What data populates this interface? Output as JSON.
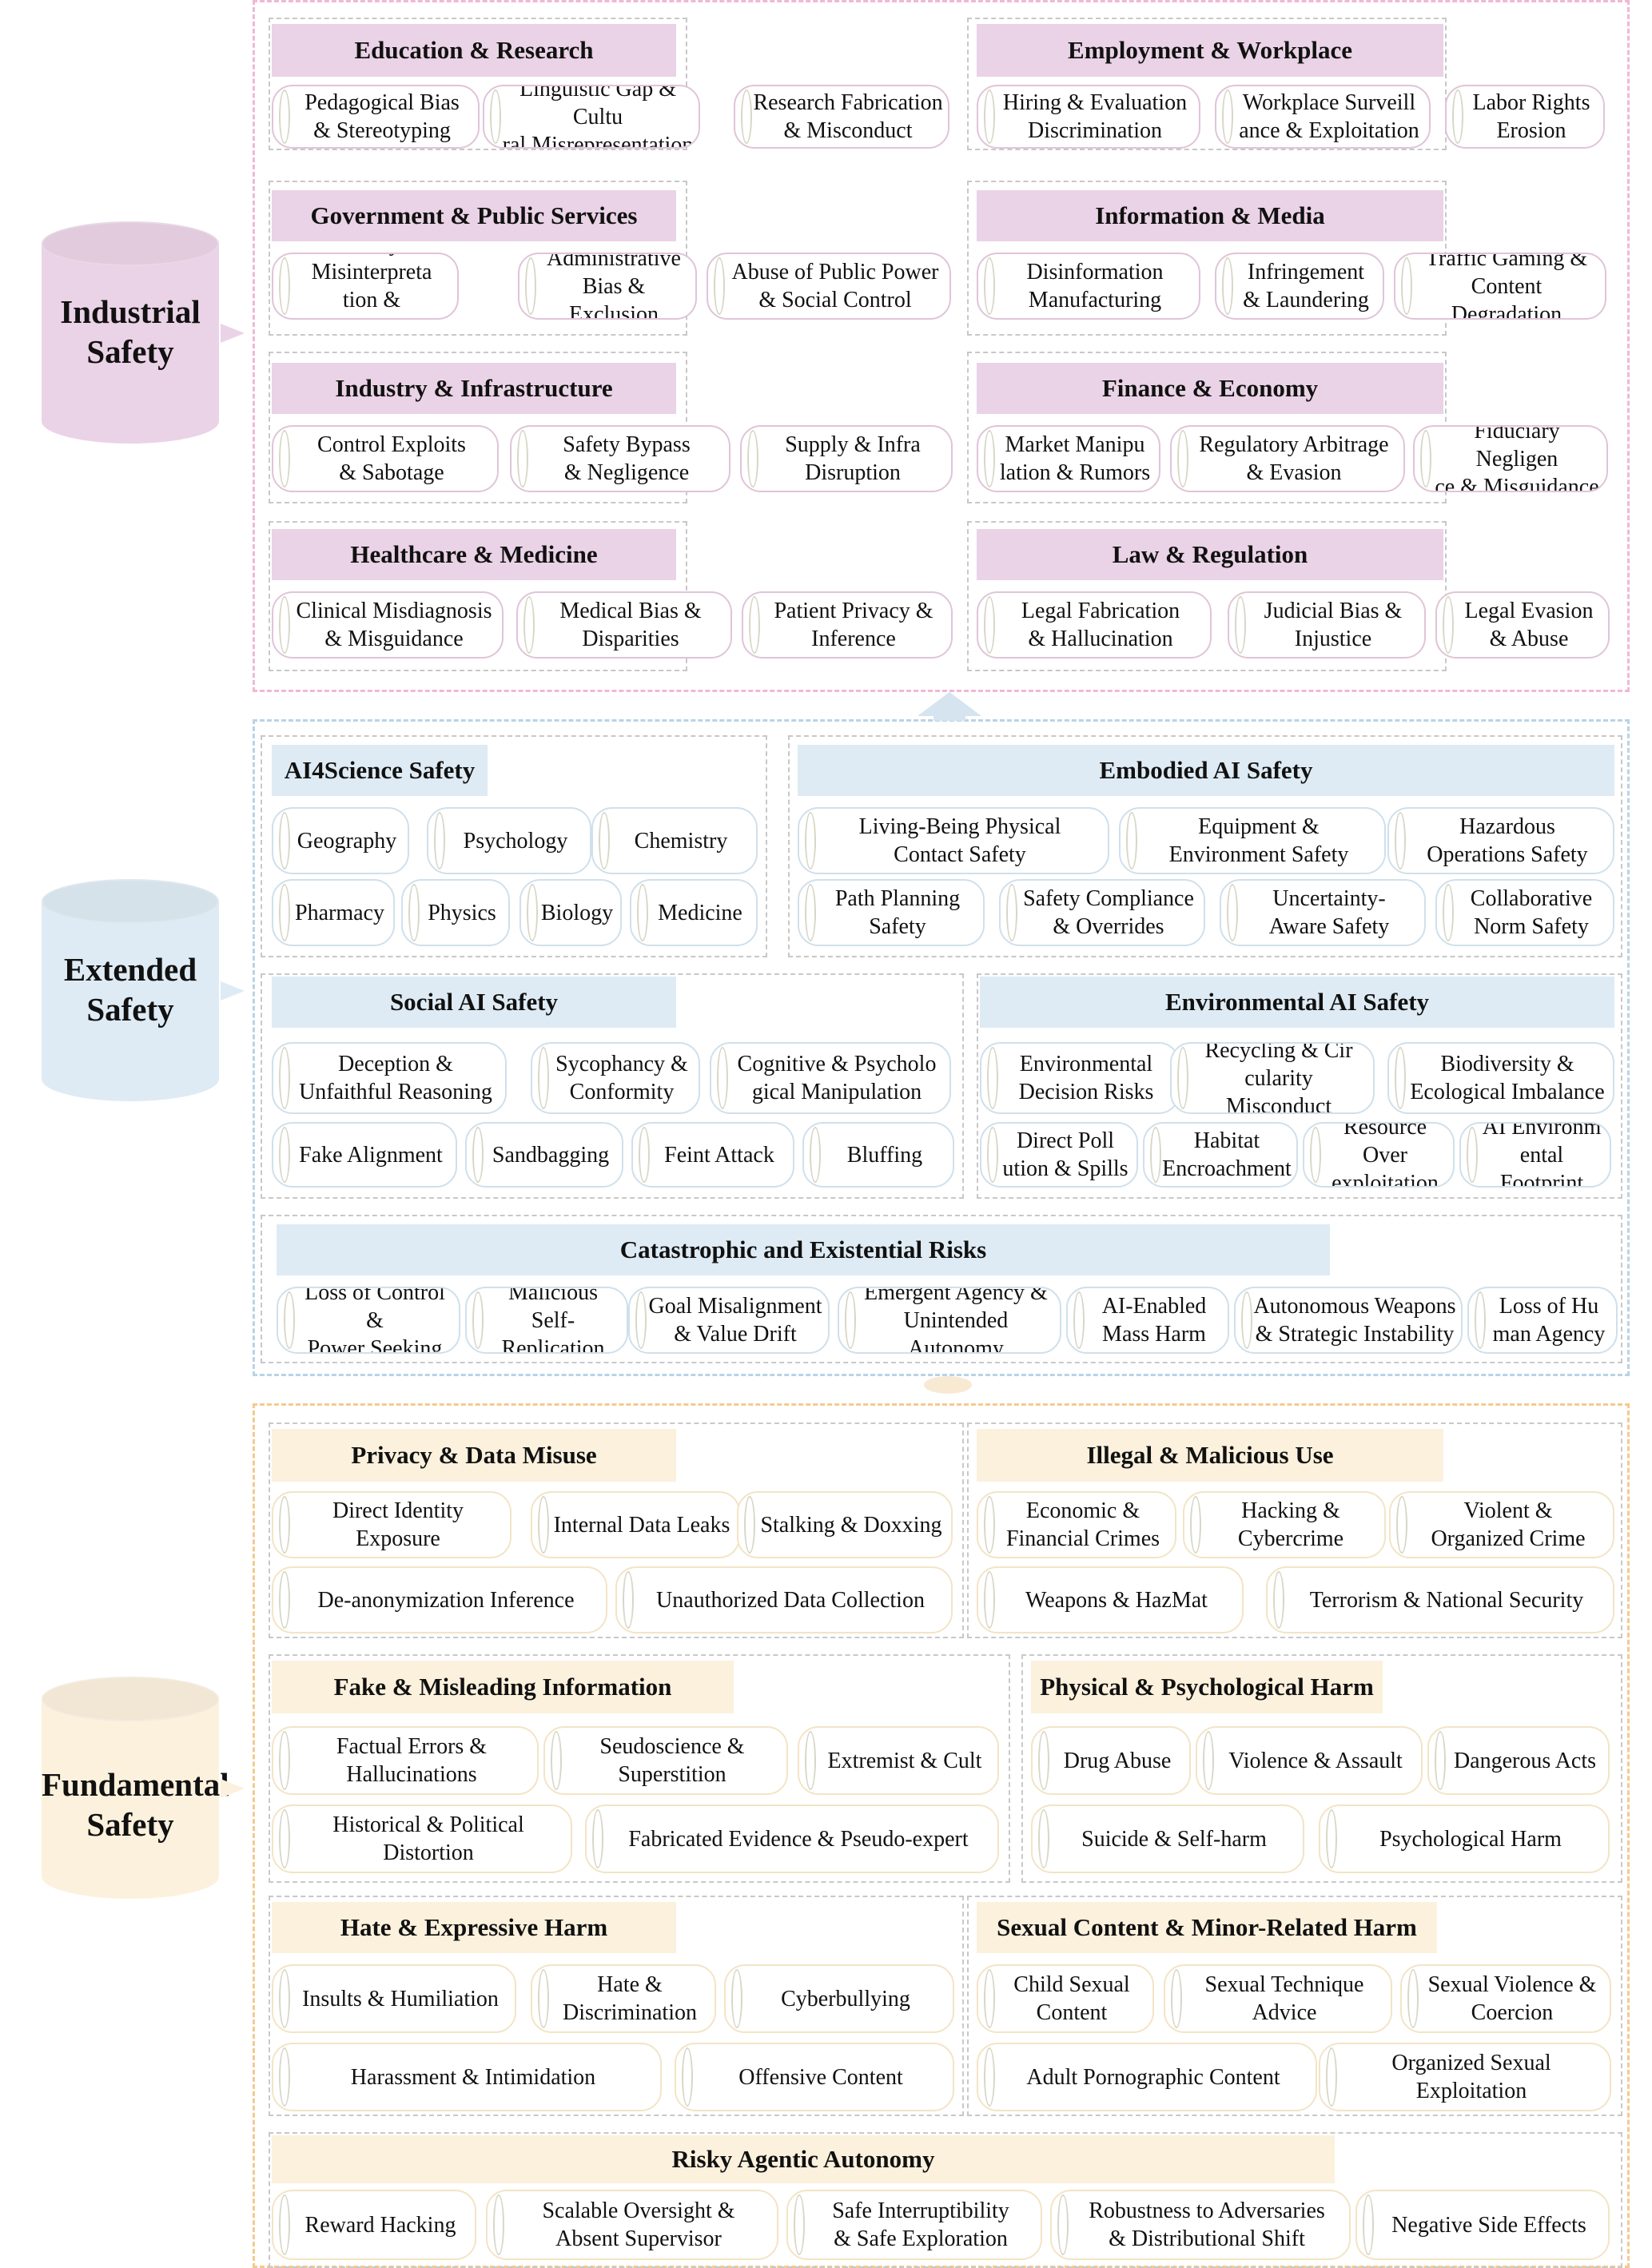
{
  "tiers": {
    "industrial": {
      "label": "Industrial\nSafety",
      "color": "#ead3e6",
      "sections": [
        {
          "title": "Education & Research",
          "items": [
            "Pedagogical Bias\n& Stereotyping",
            "Linguistic Gap & Cultu\nral Misrepresentation",
            "Research Fabrication\n& Misconduct"
          ]
        },
        {
          "title": "Employment & Workplace",
          "items": [
            "Hiring & Evaluation\nDiscrimination",
            "Workplace Surveill\nance & Exploitation",
            "Labor Rights\nErosion"
          ]
        },
        {
          "title": "Government & Public Services",
          "items": [
            "Policy Misinterpreta\ntion & Misguidance",
            "Administrative\nBias & Exclusion",
            "Abuse of Public Power\n& Social Control"
          ]
        },
        {
          "title": "Information & Media",
          "items": [
            "Disinformation\nManufacturing",
            "Infringement\n& Laundering",
            "Traffic Gaming &\nContent Degradation"
          ]
        },
        {
          "title": "Industry & Infrastructure",
          "items": [
            "Control Exploits\n& Sabotage",
            "Safety Bypass\n& Negligence",
            "Supply & Infra\nDisruption"
          ]
        },
        {
          "title": "Finance & Economy",
          "items": [
            "Market Manipu\nlation & Rumors",
            "Regulatory Arbitrage\n& Evasion",
            "Fiduciary Negligen\nce & Misguidance"
          ]
        },
        {
          "title": "Healthcare & Medicine",
          "items": [
            "Clinical Misdiagnosis\n& Misguidance",
            "Medical Bias &\nDisparities",
            "Patient Privacy &\nInference"
          ]
        },
        {
          "title": "Law & Regulation",
          "items": [
            "Legal Fabrication\n& Hallucination",
            "Judicial Bias &\nInjustice",
            "Legal Evasion\n& Abuse"
          ]
        }
      ]
    },
    "extended": {
      "label": "Extended\nSafety",
      "color": "#deebf4",
      "sections": [
        {
          "title": "AI4Science Safety",
          "items": [
            "Geography",
            "Psychology",
            "Chemistry",
            "Pharmacy",
            "Physics",
            "Biology",
            "Medicine"
          ]
        },
        {
          "title": "Embodied AI Safety",
          "items": [
            "Living-Being Physical\nContact Safety",
            "Equipment &\nEnvironment Safety",
            "Hazardous\nOperations Safety",
            "Path Planning\nSafety",
            "Safety Compliance\n& Overrides",
            "Uncertainty-\nAware Safety",
            "Collaborative\nNorm Safety"
          ]
        },
        {
          "title": "Social AI Safety",
          "items": [
            "Deception &\nUnfaithful Reasoning",
            "Sycophancy &\nConformity",
            "Cognitive & Psycholo\ngical Manipulation",
            "Fake Alignment",
            "Sandbagging",
            "Feint Attack",
            "Bluffing"
          ]
        },
        {
          "title": "Environmental AI Safety",
          "items": [
            "Environmental\nDecision Risks",
            "Recycling & Cir\ncularity Misconduct",
            "Biodiversity &\nEcological Imbalance",
            "Direct Poll\nution & Spills",
            "Habitat\nEncroachment",
            "Resource Over\nexploitation",
            "AI Environm\nental Footprint"
          ]
        },
        {
          "title": "Catastrophic and Existential Risks",
          "items": [
            "Loss of Control &\nPower Seeking",
            "Malicious Self-\nReplication",
            "Goal Misalignment\n& Value Drift",
            "Emergent Agency &\nUnintended Autonomy",
            "AI-Enabled\nMass Harm",
            "Autonomous Weapons\n& Strategic Instability",
            "Loss of Hu\nman Agency"
          ]
        }
      ]
    },
    "fundamental": {
      "label": "Fundamental\nSafety",
      "color": "#fbf1dd",
      "sections": [
        {
          "title": "Privacy & Data Misuse",
          "items": [
            "Direct Identity Exposure",
            "Internal Data Leaks",
            "Stalking & Doxxing",
            "De-anonymization Inference",
            "Unauthorized Data Collection"
          ]
        },
        {
          "title": "Illegal & Malicious Use",
          "items": [
            "Economic &\nFinancial Crimes",
            "Hacking &\nCybercrime",
            "Violent &\nOrganized Crime",
            "Weapons & HazMat",
            "Terrorism & National Security"
          ]
        },
        {
          "title": "Fake & Misleading Information",
          "items": [
            "Factual Errors &\nHallucinations",
            "Seudoscience &\nSuperstition",
            "Extremist & Cult",
            "Historical & Political\nDistortion",
            "Fabricated Evidence & Pseudo-expert"
          ]
        },
        {
          "title": "Physical & Psychological Harm",
          "items": [
            "Drug Abuse",
            "Violence & Assault",
            "Dangerous Acts",
            "Suicide & Self-harm",
            "Psychological Harm"
          ]
        },
        {
          "title": "Hate & Expressive Harm",
          "items": [
            "Insults & Humiliation",
            "Hate &\nDiscrimination",
            "Cyberbullying",
            "Harassment & Intimidation",
            "Offensive Content"
          ]
        },
        {
          "title": "Sexual Content & Minor-Related Harm",
          "items": [
            "Child Sexual\nContent",
            "Sexual Technique\nAdvice",
            "Sexual Violence &\nCoercion",
            "Adult Pornographic Content",
            "Organized Sexual\nExploitation"
          ]
        },
        {
          "title": "Risky Agentic Autonomy",
          "items": [
            "Reward Hacking",
            "Scalable Oversight &\nAbsent Supervisor",
            "Safe Interruptibility\n& Safe Exploration",
            "Robustness to Adversaries\n& Distributional Shift",
            "Negative Side Effects"
          ]
        }
      ]
    }
  }
}
